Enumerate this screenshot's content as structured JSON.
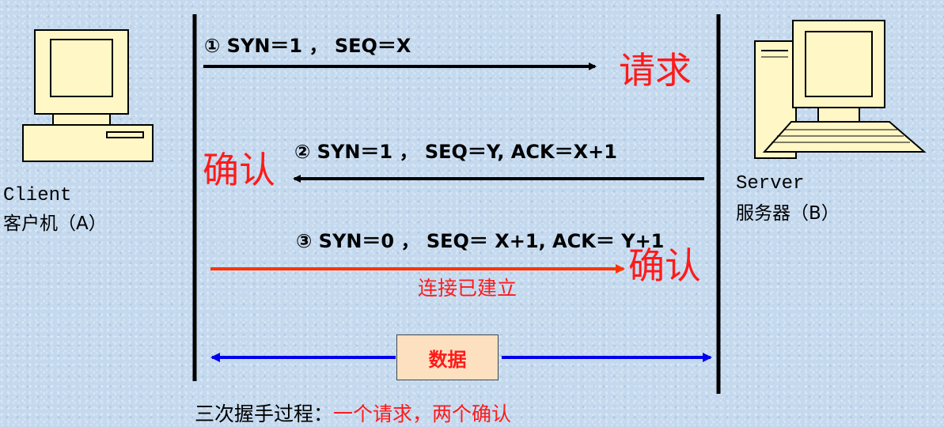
{
  "client": {
    "name": "Client",
    "label": "客户机（A）"
  },
  "server": {
    "name": "Server",
    "label": "服务器（B）"
  },
  "steps": [
    {
      "text": "① SYN＝1 ， SEQ＝X",
      "tag": "请求",
      "direction": "client-to-server",
      "color": "#000000"
    },
    {
      "text": "② SYN＝1 ， SEQ＝Y, ACK＝X+1",
      "tag": "确认",
      "direction": "server-to-client",
      "color": "#000000"
    },
    {
      "text": "③  SYN＝0 ，  SEQ＝ X+1, ACK＝ Y+1",
      "tag": "确认",
      "direction": "client-to-server",
      "color": "#ff3300"
    }
  ],
  "established": "连接已建立",
  "data_label": "数据",
  "caption": {
    "prefix": "三次握手过程：",
    "highlight": "一个请求，两个确认"
  },
  "colors": {
    "accent_red": "#ff1a1a",
    "data_arrow": "#0000ee",
    "data_box": "#fde0bf"
  },
  "icons": [
    "desktop-computer-icon",
    "server-computer-icon"
  ]
}
